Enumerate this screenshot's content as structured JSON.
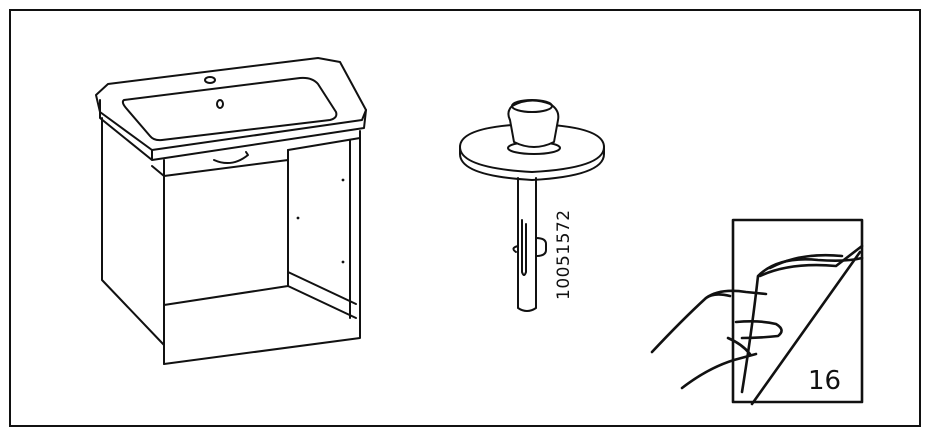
{
  "page": {
    "part_number": "10051572",
    "next_page_number": "16"
  },
  "icons": {
    "vanity": "washbasin-cabinet-illustration",
    "drain": "drain-plug-illustration",
    "page_turn": "page-turn-hand-icon"
  },
  "colors": {
    "line": "#111111",
    "background": "#ffffff"
  }
}
